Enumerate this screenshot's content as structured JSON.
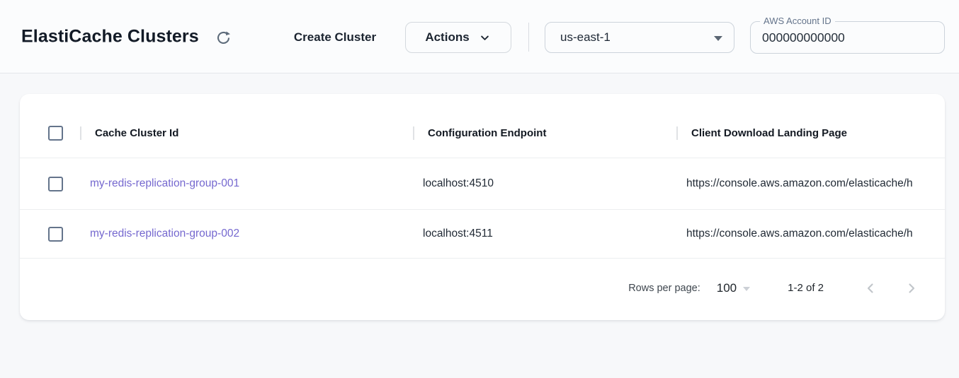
{
  "header": {
    "title": "ElastiCache Clusters",
    "create_button": "Create Cluster",
    "actions_button": "Actions",
    "region_selected": "us-east-1",
    "account_field": {
      "label": "AWS Account ID",
      "value": "000000000000"
    }
  },
  "table": {
    "columns": [
      "Cache Cluster Id",
      "Configuration Endpoint",
      "Client Download Landing Page"
    ],
    "rows": [
      {
        "id": "my-redis-replication-group-001",
        "endpoint": "localhost:4510",
        "landing_page": "https://console.aws.amazon.com/elasticache/h"
      },
      {
        "id": "my-redis-replication-group-002",
        "endpoint": "localhost:4511",
        "landing_page": "https://console.aws.amazon.com/elasticache/h"
      }
    ],
    "pagination": {
      "rows_per_page_label": "Rows per page:",
      "rows_per_page_value": "100",
      "range_label": "1-2 of 2"
    }
  },
  "colors": {
    "link": "#7568cf",
    "icon": "#5d6b7a",
    "disabled_control": "#c2c6cb"
  }
}
